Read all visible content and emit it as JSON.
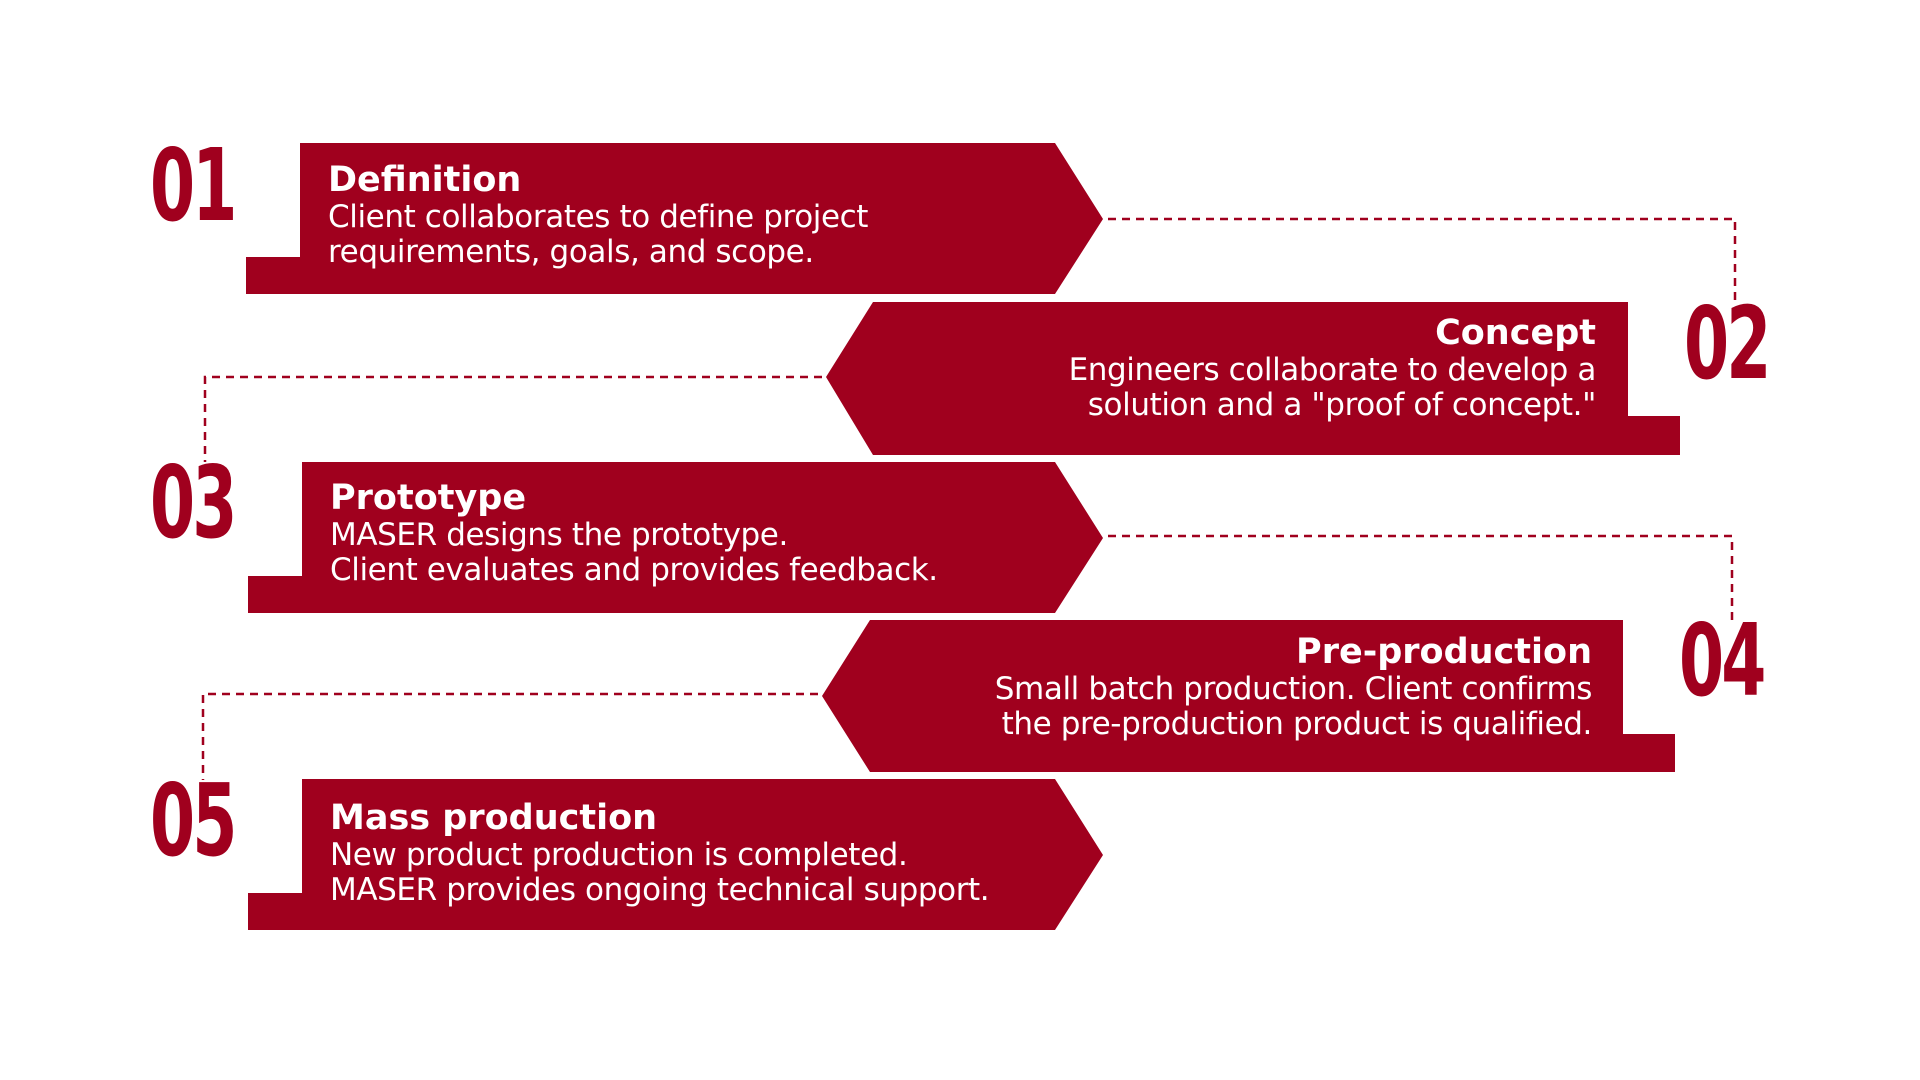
{
  "colors": {
    "primary": "#a0001e",
    "text_on_primary": "#ffffff",
    "connector": "#a0001e",
    "background": "#ffffff"
  },
  "steps": [
    {
      "number": "01",
      "title": "Definition",
      "description": [
        "Client collaborates to define project",
        "requirements, goals, and scope."
      ]
    },
    {
      "number": "02",
      "title": "Concept",
      "description": [
        "Engineers collaborate to develop a",
        "solution and a \"proof of concept.\""
      ]
    },
    {
      "number": "03",
      "title": "Prototype",
      "description": [
        "MASER designs the prototype.",
        "Client evaluates and provides feedback."
      ]
    },
    {
      "number": "04",
      "title": "Pre-production",
      "description": [
        "Small batch production. Client confirms",
        "the pre-production product is qualified."
      ]
    },
    {
      "number": "05",
      "title": "Mass production",
      "description": [
        "New product production is completed.",
        "MASER provides ongoing technical support."
      ]
    }
  ]
}
